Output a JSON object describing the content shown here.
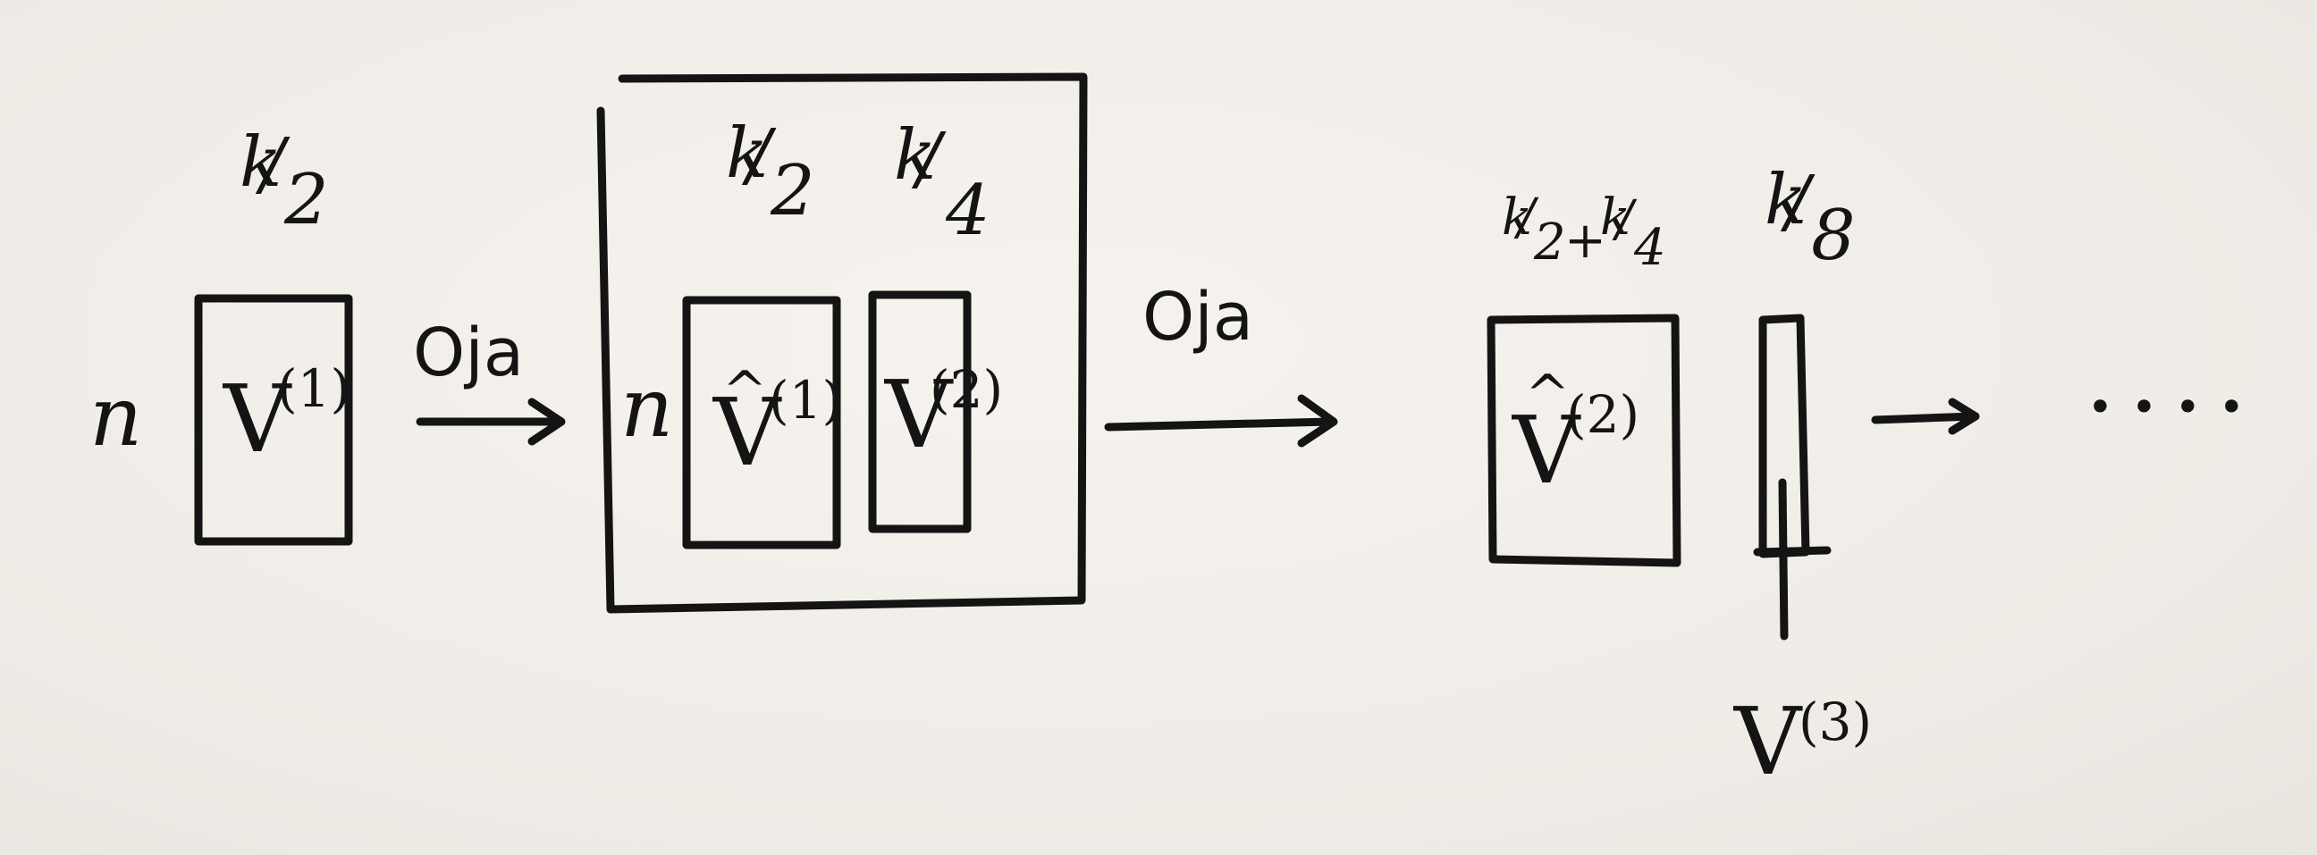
{
  "stage1": {
    "width_label": {
      "num": "k",
      "den": "2"
    },
    "rows_label": "n",
    "matrix": {
      "base": "V",
      "sup": "(1)"
    }
  },
  "arrow1": {
    "label": "Oja"
  },
  "stage2": {
    "rows_label": "n",
    "left_width": {
      "num": "k",
      "den": "2"
    },
    "right_width": {
      "num": "k",
      "den": "4"
    },
    "left_matrix": {
      "base": "V",
      "hat": "^",
      "sup": "(1)"
    },
    "right_matrix": {
      "base": "V",
      "sup": "(2)"
    }
  },
  "arrow2": {
    "label": "Oja"
  },
  "stage3": {
    "left_width": {
      "num1": "k",
      "den1": "2",
      "plus": "+",
      "num2": "k",
      "den2": "4"
    },
    "right_width": {
      "num": "k",
      "den": "8"
    },
    "left_matrix": {
      "base": "V",
      "hat": "^",
      "sup": "(2)"
    },
    "right_matrix": {
      "base": "V",
      "sup": "(3)"
    }
  },
  "arrow3": {
    "ellipsis": "...."
  }
}
